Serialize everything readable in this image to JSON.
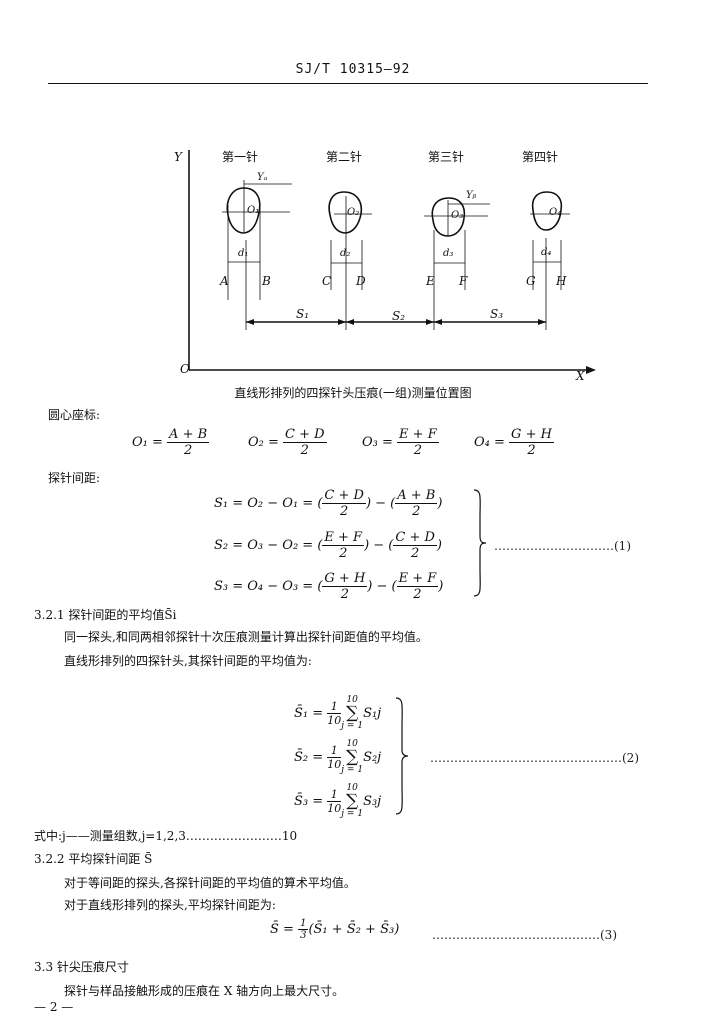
{
  "header": {
    "standard_no": "SJ/T 10315—92"
  },
  "figure": {
    "needle_labels": [
      "第一针",
      "第二针",
      "第三针",
      "第四针"
    ],
    "axis_y": "Y",
    "axis_x": "X",
    "origin": "O",
    "centers": [
      "O₁",
      "O₂",
      "O₃",
      "O₄"
    ],
    "offsets": [
      "Yₐ",
      "Yᵦ"
    ],
    "diameters": [
      "d₁",
      "d₂",
      "d₃",
      "d₄"
    ],
    "edge_letters": [
      "A",
      "B",
      "C",
      "D",
      "E",
      "F",
      "G",
      "H"
    ],
    "spacings": [
      "S₁",
      "S₂",
      "S₃"
    ],
    "caption": "直线形排列的四探针头压痕(一组)测量位置图"
  },
  "section_center": {
    "label": "圆心座标:",
    "formulas": [
      {
        "lhs": "O₁ =",
        "num": "A + B",
        "den": "2"
      },
      {
        "lhs": "O₂ =",
        "num": "C + D",
        "den": "2"
      },
      {
        "lhs": "O₃ =",
        "num": "E + F",
        "den": "2"
      },
      {
        "lhs": "O₄ =",
        "num": "G + H",
        "den": "2"
      }
    ]
  },
  "section_spacing": {
    "label": "探针间距:",
    "rows": [
      {
        "lhs": "S₁ = O₂ − O₁ = (",
        "num1": "C + D",
        "den1": "2",
        "mid": ") − (",
        "num2": "A + B",
        "den2": "2",
        "end": ")"
      },
      {
        "lhs": "S₂ = O₃ − O₂ = (",
        "num1": "E + F",
        "den1": "2",
        "mid": ") − (",
        "num2": "C + D",
        "den2": "2",
        "end": ")"
      },
      {
        "lhs": "S₃ = O₄ − O₃ = (",
        "num1": "G + H",
        "den1": "2",
        "mid": ") − (",
        "num2": "E + F",
        "den2": "2",
        "end": ")"
      }
    ],
    "eq_no": "(1)"
  },
  "s321": {
    "title": "3.2.1  探针间距的平均值S̄i",
    "p1": "同一探头,和同两相邻探针十次压痕测量计算出探针间距值的平均值。",
    "p2": "直线形排列的四探针头,其探针间距的平均值为:",
    "rows": [
      {
        "lhs": "S̄₁ = ",
        "frac_num": "1",
        "frac_den": "10",
        "sup": "10",
        "sub": "j = 1",
        "var": "S₁j"
      },
      {
        "lhs": "S̄₂ = ",
        "frac_num": "1",
        "frac_den": "10",
        "sup": "10",
        "sub": "j = 1",
        "var": "S₂j"
      },
      {
        "lhs": "S̄₃ = ",
        "frac_num": "1",
        "frac_den": "10",
        "sup": "10",
        "sub": "j = 1",
        "var": "S₃j"
      }
    ],
    "eq_no": "(2)",
    "where": "式中:j——测量组数,j=1,2,3……………………10"
  },
  "s322": {
    "title": "3.2.2  平均探针间距 S̄",
    "p1": "对于等间距的探头,各探针间距的平均值的算术平均值。",
    "p2": "对于直线形排列的探头,平均探针间距为:",
    "eq_lhs": "S̄ = ",
    "eq_frac_num": "1",
    "eq_frac_den": "3",
    "eq_rhs": "(S̄₁ + S̄₂ + S̄₃)",
    "eq_no": "(3)"
  },
  "s33": {
    "title": "3.3  针尖压痕尺寸",
    "p1": "探针与样品接触形成的压痕在 X 轴方向上最大尺寸。"
  },
  "footer": {
    "page": "— 2 —"
  }
}
